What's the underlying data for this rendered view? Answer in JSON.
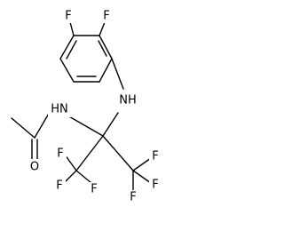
{
  "molecule": {
    "atom_labels": {
      "F_ring_left": "F",
      "F_ring_right": "F",
      "NH_amine": "NH",
      "HN_amide": "HN",
      "O_carbonyl": "O",
      "F_left_1": "F",
      "F_left_2": "F",
      "F_left_3": "F",
      "F_right_1": "F",
      "F_right_2": "F",
      "F_right_3": "F"
    }
  }
}
